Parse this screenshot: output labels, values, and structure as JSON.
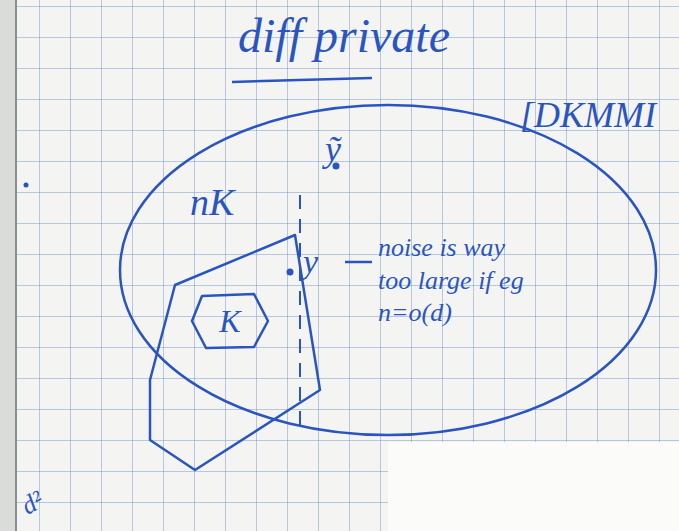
{
  "diagram": {
    "nodes": [
      {
        "text": [
          "nK"
        ]
      },
      {
        "text": [
          "K"
        ],
        "in": 0
      }
    ],
    "labels": [
      "diff private",
      "[DKMMI",
      "ỹ",
      "y",
      "noise is way too large if eg n=o(d)",
      "d²"
    ]
  }
}
